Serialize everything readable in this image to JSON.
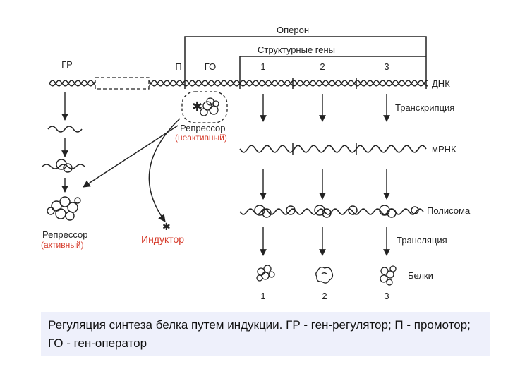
{
  "labels": {
    "operon": "Оперон",
    "structural_genes": "Структурные гены",
    "gr": "ГР",
    "p": "П",
    "go": "ГО",
    "gene_1": "1",
    "gene_2": "2",
    "gene_3": "3",
    "dna": "ДНК",
    "transcription": "Транскрипция",
    "mrna": "мРНК",
    "polysome": "Полисома",
    "translation": "Трансляция",
    "proteins": "Белки",
    "protein_1": "1",
    "protein_2": "2",
    "protein_3": "3",
    "repressor_inactive_title": "Репрессор",
    "repressor_inactive_state": "(неактивный)",
    "repressor_active_title": "Репрессор",
    "repressor_active_state": "(активный)",
    "inductor": "Индуктор"
  },
  "caption": "Регуляция синтеза белка путем индукции. ГР - ген-регулятор; П - промотор; ГО - ген-оператор",
  "colors": {
    "ink": "#222222",
    "accent_red": "#d63a2a",
    "caption_bg": "#eef0fb"
  }
}
